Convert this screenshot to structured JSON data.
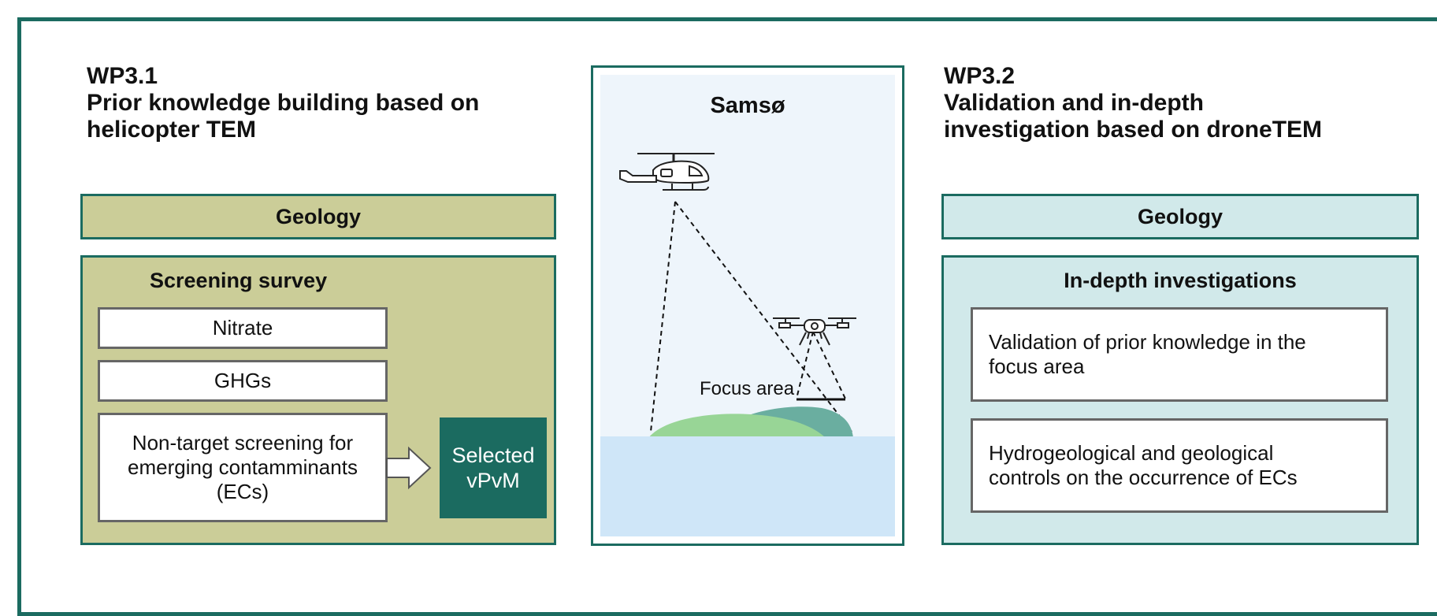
{
  "left": {
    "wp_title": "WP3.1\nPrior knowledge building based on\nhelicopter TEM",
    "bar_label": "Geology",
    "panel_title": "Screening survey",
    "items": [
      "Nitrate",
      "GHGs",
      "Non-target screening for\nemerging contamminants\n(ECs)"
    ],
    "selected_label": "Selected\nvPvM"
  },
  "center": {
    "title": "Samsø",
    "focus_label": "Focus area"
  },
  "right": {
    "wp_title": "WP3.2\nValidation and in-depth\ninvestigation based on droneTEM",
    "bar_label": "Geology",
    "panel_title": "In-depth investigations",
    "items": [
      "Validation of prior knowledge in the\nfocus area",
      "Hydrogeological and geological\ncontrols on the occurrence of ECs"
    ]
  },
  "colors": {
    "frame": "#1b6b60",
    "left_fill": "#cbcd98",
    "right_fill": "#d1e9ea",
    "selected_fill": "#1b6b60",
    "sky": "#eef5fb",
    "water": "#cfe6f8",
    "land_light": "#98d596",
    "land_dark": "#6aaea0"
  },
  "icons": [
    "helicopter-icon",
    "drone-icon",
    "arrow-right-icon"
  ]
}
